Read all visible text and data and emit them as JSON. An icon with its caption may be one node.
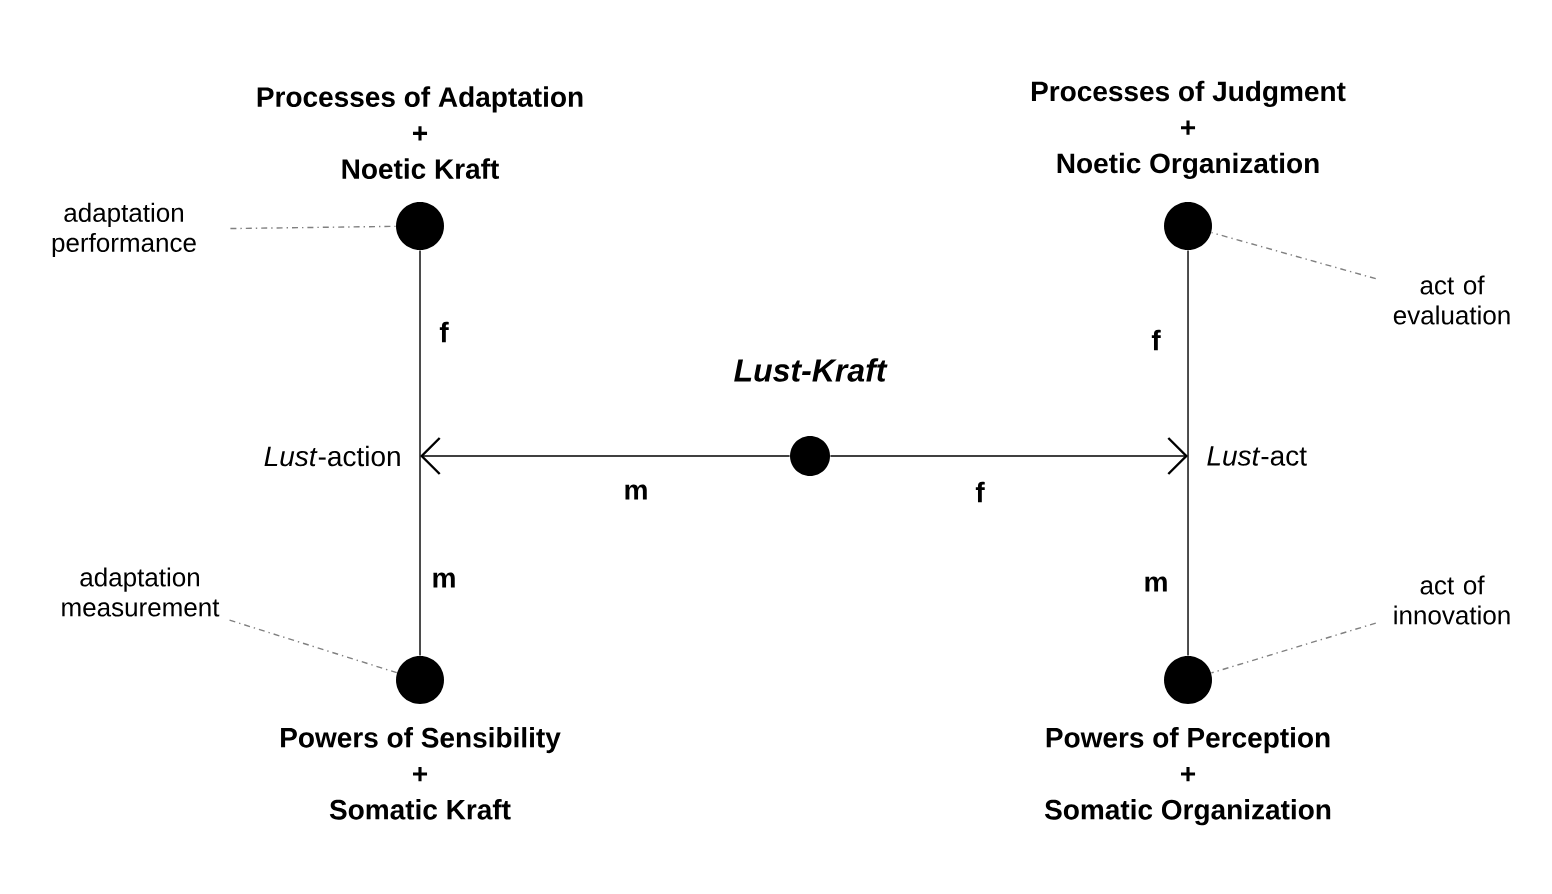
{
  "diagram": {
    "nodes": [
      {
        "text": [
          "Processes of Adaptation",
          "+",
          "Noetic Kraft"
        ]
      },
      {
        "text": [
          "Processes of Judgment",
          "+",
          "Noetic Organization"
        ]
      },
      {
        "text": [
          "Powers of Sensibility",
          "+",
          "Somatic Kraft"
        ]
      },
      {
        "text": [
          "Powers of Perception",
          "+",
          "Somatic Organization"
        ]
      },
      {
        "text": [
          "Lust-Kraft"
        ]
      },
      {
        "text": [
          "*Lust*-action"
        ]
      },
      {
        "text": [
          "*Lust*-act"
        ]
      },
      {
        "text": [
          "adaptation performance"
        ]
      },
      {
        "text": [
          "act of evaluation"
        ]
      },
      {
        "text": [
          "adaptation measurement"
        ]
      },
      {
        "text": [
          "act of innovation"
        ]
      }
    ],
    "edges": [
      {
        "from": 4,
        "to": 5,
        "arrow": "to",
        "label": "m"
      },
      {
        "from": 4,
        "to": 6,
        "arrow": "to",
        "label": "f"
      },
      {
        "from": 0,
        "to": 5,
        "arrow": "none",
        "label": "f"
      },
      {
        "from": 5,
        "to": 2,
        "arrow": "none",
        "label": "m"
      },
      {
        "from": 1,
        "to": 6,
        "arrow": "none",
        "label": "f"
      },
      {
        "from": 6,
        "to": 3,
        "arrow": "none",
        "label": "m"
      },
      {
        "from": 7,
        "to": 0,
        "arrow": "none",
        "style": "dashed",
        "color": "#808080"
      },
      {
        "from": 8,
        "to": 1,
        "arrow": "none",
        "style": "dashed",
        "color": "#808080"
      },
      {
        "from": 9,
        "to": 2,
        "arrow": "none",
        "style": "dashed",
        "color": "#808080"
      },
      {
        "from": 10,
        "to": 3,
        "arrow": "none",
        "style": "dashed",
        "color": "#808080"
      }
    ]
  }
}
